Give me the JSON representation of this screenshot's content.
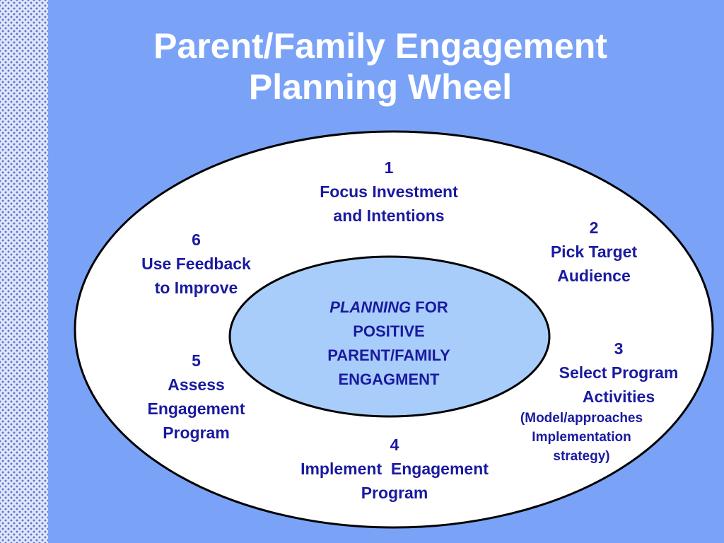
{
  "title": {
    "line1": "Parent/Family Engagement",
    "line2": "Planning Wheel"
  },
  "center": {
    "italic": "PLANNING",
    "rest": " FOR",
    "line2": "POSITIVE",
    "line3": "PARENT/FAMILY",
    "line4": "ENGAGMENT"
  },
  "steps": [
    {
      "number": "1",
      "lines": [
        "Focus Investment",
        "and Intentions"
      ]
    },
    {
      "number": "2",
      "lines": [
        "Pick Target",
        "Audience"
      ]
    },
    {
      "number": "3",
      "lines": [
        "Select Program",
        "Activities"
      ],
      "notes": [
        "(Model/approaches",
        "Implementation",
        "strategy)"
      ]
    },
    {
      "number": "4",
      "lines": [
        "Implement  Engagement",
        "Program"
      ]
    },
    {
      "number": "5",
      "lines": [
        "Assess",
        "Engagement",
        "Program"
      ]
    },
    {
      "number": "6",
      "lines": [
        "Use Feedback",
        "to Improve"
      ]
    }
  ],
  "colors": {
    "background": "#7aa3f7",
    "text": "#1a1aa0",
    "inner_ellipse": "#a8cdfa",
    "outer_ellipse": "#ffffff"
  }
}
